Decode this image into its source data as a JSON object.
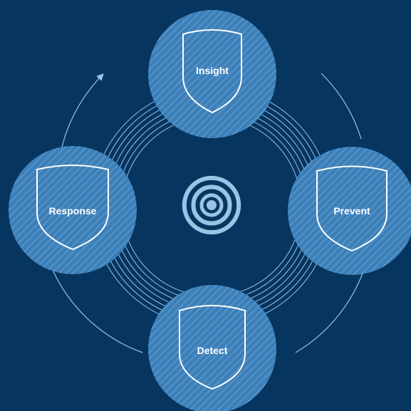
{
  "colors": {
    "background": "#063560",
    "node_fill": "#3d7fb8",
    "hatch": "#5a99cc",
    "ring": "#9ac4e6",
    "shield_stroke": "#ffffff",
    "center_icon": "#9ac4e6"
  },
  "nodes": [
    {
      "label": "Insight"
    },
    {
      "label": "Prevent"
    },
    {
      "label": "Detect"
    },
    {
      "label": "Response"
    }
  ],
  "center_icon": "signal-broadcast-icon",
  "node_icon": "shield-icon",
  "flow_icon": "arrow-icon"
}
